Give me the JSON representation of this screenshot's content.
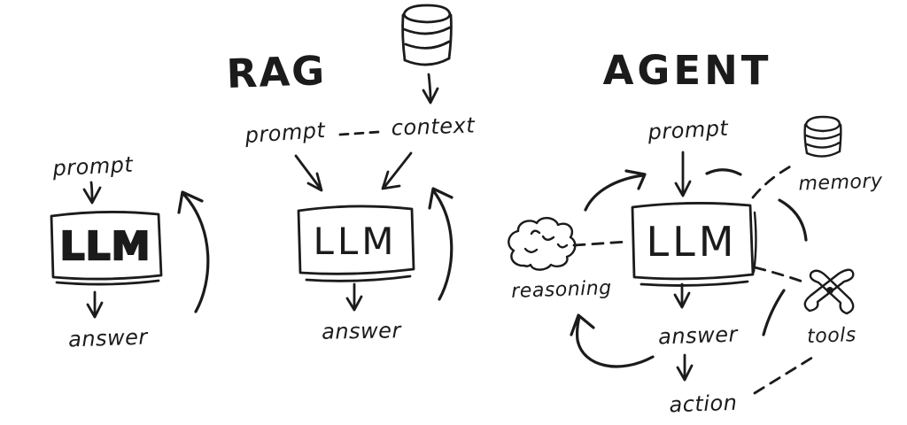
{
  "colors": {
    "background": "#ffffff",
    "ink": "#1b1b1b"
  },
  "basic": {
    "prompt_label": "prompt",
    "llm_label": "LLM",
    "answer_label": "answer"
  },
  "rag": {
    "title": "RAG",
    "database_icon": "database-icon",
    "prompt_label": "prompt",
    "context_label": "context",
    "llm_label": "LLM",
    "answer_label": "answer"
  },
  "agent": {
    "title": "AGENT",
    "prompt_label": "prompt",
    "llm_label": "LLM",
    "answer_label": "answer",
    "action_label": "action",
    "memory_label": "memory",
    "memory_icon": "database-icon",
    "reasoning_label": "reasoning",
    "reasoning_icon": "brain-icon",
    "tools_label": "tools",
    "tools_icon": "tools-icon"
  }
}
